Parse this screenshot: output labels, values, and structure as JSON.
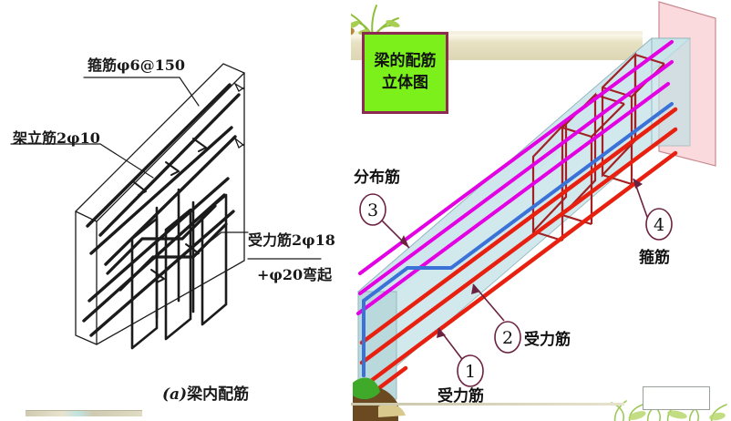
{
  "left_figure": {
    "name": "beam-reinforcement-line-drawing",
    "labels": {
      "stirrup": "箍筋φ6@150",
      "erection_bar": "架立筋2φ10",
      "main_bar_line1": "受力筋2φ18",
      "main_bar_line2": "+φ20弯起"
    },
    "caption_prefix": "(a)",
    "caption": "梁内配筋"
  },
  "right_figure": {
    "name": "beam-reinforcement-3d-view",
    "title_line1": "梁的配筋",
    "title_line2": "立体图",
    "callouts": [
      {
        "number": "1",
        "label": "受力筋"
      },
      {
        "number": "2",
        "label": "受力筋"
      },
      {
        "number": "3",
        "label": "分布筋"
      },
      {
        "number": "4",
        "label": "箍筋"
      }
    ],
    "colors": {
      "title_box_fill": "#7bf01b",
      "title_box_border": "#8c2a52",
      "beam_face": "#cfe7ec",
      "beam_top": "#d9eff1",
      "beam_side": "#b9d9dc",
      "end_wall": "#fadadd",
      "end_wall_edge": "#c98a90",
      "rebar_magenta": "#e300e3",
      "rebar_red": "#e82010",
      "rebar_blue": "#3a72d8",
      "stirrup_dark_red": "#a12225",
      "callout_stroke": "#6b2140",
      "band_beige": "#ddd6b4"
    }
  }
}
